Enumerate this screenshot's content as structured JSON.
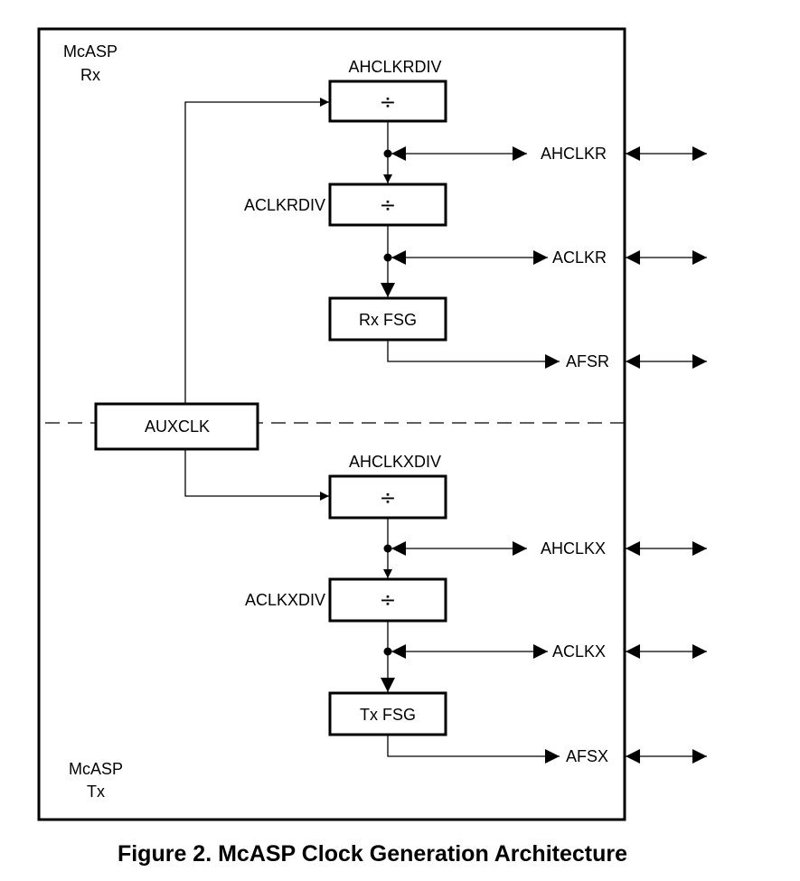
{
  "rx_section": {
    "title_line1": "McASP",
    "title_line2": "Rx",
    "hclk_divider": {
      "name": "AHCLKRDIV",
      "symbol": "÷"
    },
    "clk_divider": {
      "name": "ACLKRDIV",
      "symbol": "÷"
    },
    "frame_sync": {
      "name": "Rx FSG"
    },
    "pins": [
      "AHCLKR",
      "ACLKR",
      "AFSR"
    ]
  },
  "aux_clock": {
    "name": "AUXCLK"
  },
  "tx_section": {
    "title_line1": "McASP",
    "title_line2": "Tx",
    "hclk_divider": {
      "name": "AHCLKXDIV",
      "symbol": "÷"
    },
    "clk_divider": {
      "name": "ACLKXDIV",
      "symbol": "÷"
    },
    "frame_sync": {
      "name": "Tx FSG"
    },
    "pins": [
      "AHCLKX",
      "ACLKX",
      "AFSX"
    ]
  },
  "caption": "Figure 2. McASP Clock Generation Architecture"
}
